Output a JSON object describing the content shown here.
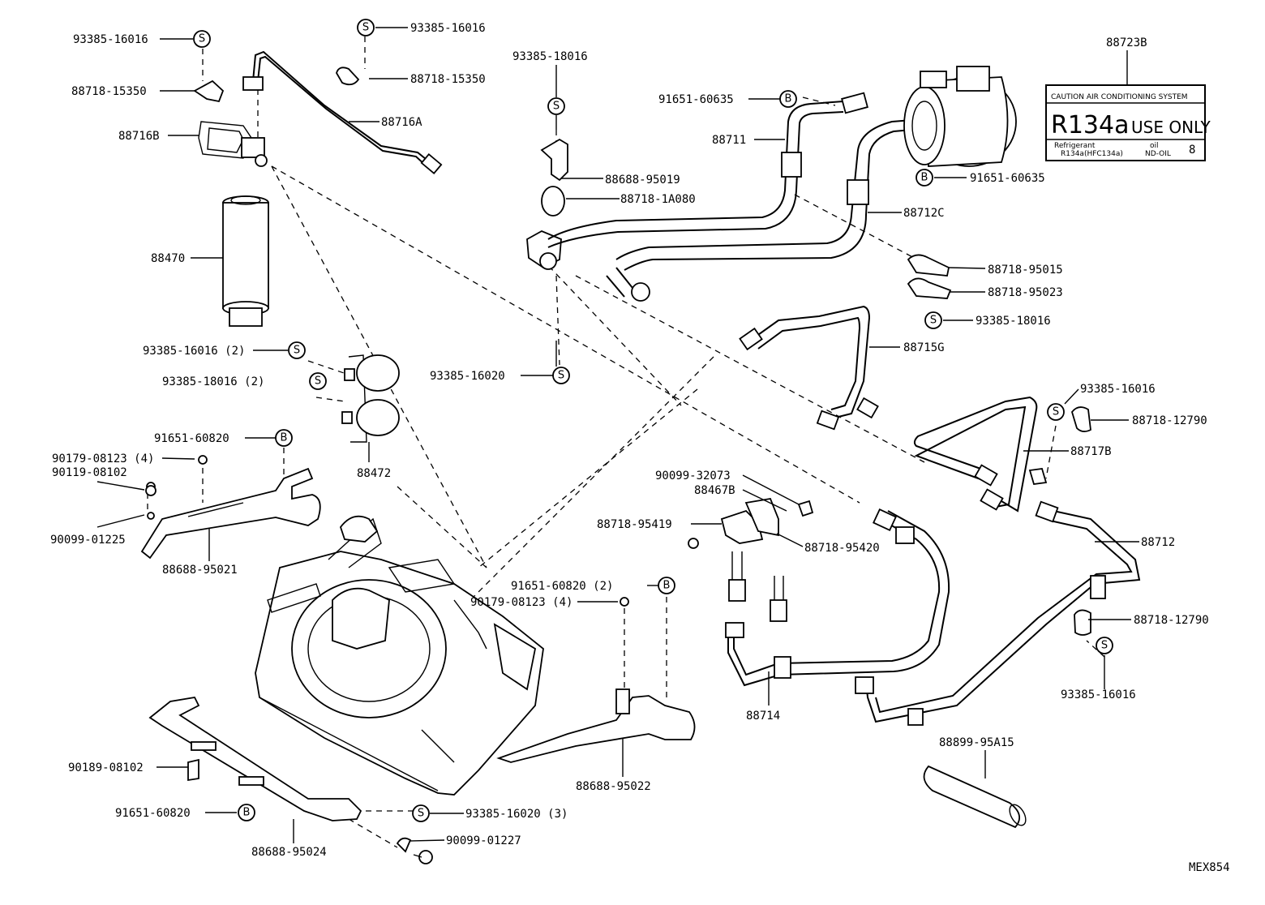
{
  "diagram_code": "MEX854",
  "callouts": [
    {
      "id": "c01",
      "text": "93385-16016"
    },
    {
      "id": "c02",
      "text": "88718-15350"
    },
    {
      "id": "c03",
      "text": "88716B"
    },
    {
      "id": "c04",
      "text": "88470"
    },
    {
      "id": "c05",
      "text": "93385-16016"
    },
    {
      "id": "c06",
      "text": "88718-15350"
    },
    {
      "id": "c07",
      "text": "88716A"
    },
    {
      "id": "c08",
      "text": "93385-18016"
    },
    {
      "id": "c09",
      "text": "88688-95019"
    },
    {
      "id": "c10",
      "text": "88718-1A080"
    },
    {
      "id": "c11",
      "text": "91651-60635"
    },
    {
      "id": "c12",
      "text": "88711"
    },
    {
      "id": "c13",
      "text": "91651-60635"
    },
    {
      "id": "c14",
      "text": "88712C"
    },
    {
      "id": "c15",
      "text": "88723B"
    },
    {
      "id": "c16",
      "text": "88718-95015"
    },
    {
      "id": "c17",
      "text": "88718-95023"
    },
    {
      "id": "c18",
      "text": "93385-18016"
    },
    {
      "id": "c19",
      "text": "88715G"
    },
    {
      "id": "c20",
      "text": "93385-16016 (2)"
    },
    {
      "id": "c21",
      "text": "93385-18016 (2)"
    },
    {
      "id": "c22",
      "text": "93385-16020"
    },
    {
      "id": "c23",
      "text": "88472"
    },
    {
      "id": "c24",
      "text": "91651-60820"
    },
    {
      "id": "c25",
      "text": "90179-08123 (4)"
    },
    {
      "id": "c26",
      "text": "90119-08102"
    },
    {
      "id": "c27",
      "text": "90099-01225"
    },
    {
      "id": "c28",
      "text": "88688-95021"
    },
    {
      "id": "c29",
      "text": "93385-16016"
    },
    {
      "id": "c30",
      "text": "88718-12790"
    },
    {
      "id": "c31",
      "text": "88717B"
    },
    {
      "id": "c32",
      "text": "90099-32073"
    },
    {
      "id": "c33",
      "text": "88467B"
    },
    {
      "id": "c34",
      "text": "88718-95419"
    },
    {
      "id": "c35",
      "text": "88718-95420"
    },
    {
      "id": "c36",
      "text": "88712"
    },
    {
      "id": "c37",
      "text": "91651-60820 (2)"
    },
    {
      "id": "c38",
      "text": "90179-08123 (4)"
    },
    {
      "id": "c39",
      "text": "88718-12790"
    },
    {
      "id": "c40",
      "text": "93385-16016"
    },
    {
      "id": "c41",
      "text": "88714"
    },
    {
      "id": "c42",
      "text": "88688-95022"
    },
    {
      "id": "c43",
      "text": "88899-95A15"
    },
    {
      "id": "c44",
      "text": "90189-08102"
    },
    {
      "id": "c45",
      "text": "91651-60820"
    },
    {
      "id": "c46",
      "text": "93385-16020 (3)"
    },
    {
      "id": "c47",
      "text": "88688-95024"
    },
    {
      "id": "c48",
      "text": "90099-01227"
    }
  ],
  "label_plate": {
    "header": "CAUTION AIR CONDITIONING SYSTEM",
    "main": "R134a",
    "suffix": "USE ONLY",
    "line1_left": "Refrigerant",
    "line1_right": "oil",
    "line2_left": "R134a(HFC134a)",
    "line2_right": "ND-OIL",
    "code": "8"
  },
  "symbols": {
    "screw": "S",
    "bolt": "B"
  }
}
